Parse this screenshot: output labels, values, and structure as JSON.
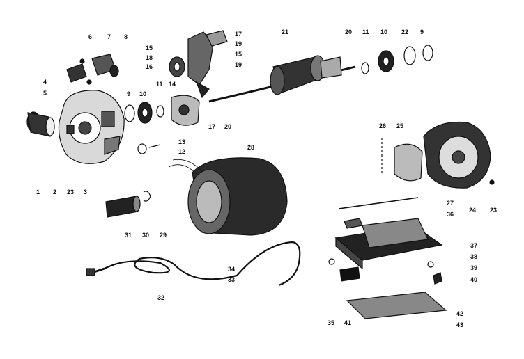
{
  "diagram": {
    "labels": [
      "1",
      "2",
      "3",
      "4",
      "5",
      "6",
      "7",
      "8",
      "9",
      "9",
      "10",
      "10",
      "11",
      "11",
      "12",
      "13",
      "14",
      "15",
      "15",
      "16",
      "17",
      "17",
      "18",
      "19",
      "19",
      "20",
      "20",
      "21",
      "22",
      "23",
      "23",
      "24",
      "25",
      "26",
      "27",
      "28",
      "29",
      "30",
      "31",
      "32",
      "33",
      "34",
      "35",
      "36",
      "37",
      "38",
      "39",
      "40",
      "41",
      "42",
      "43"
    ]
  }
}
